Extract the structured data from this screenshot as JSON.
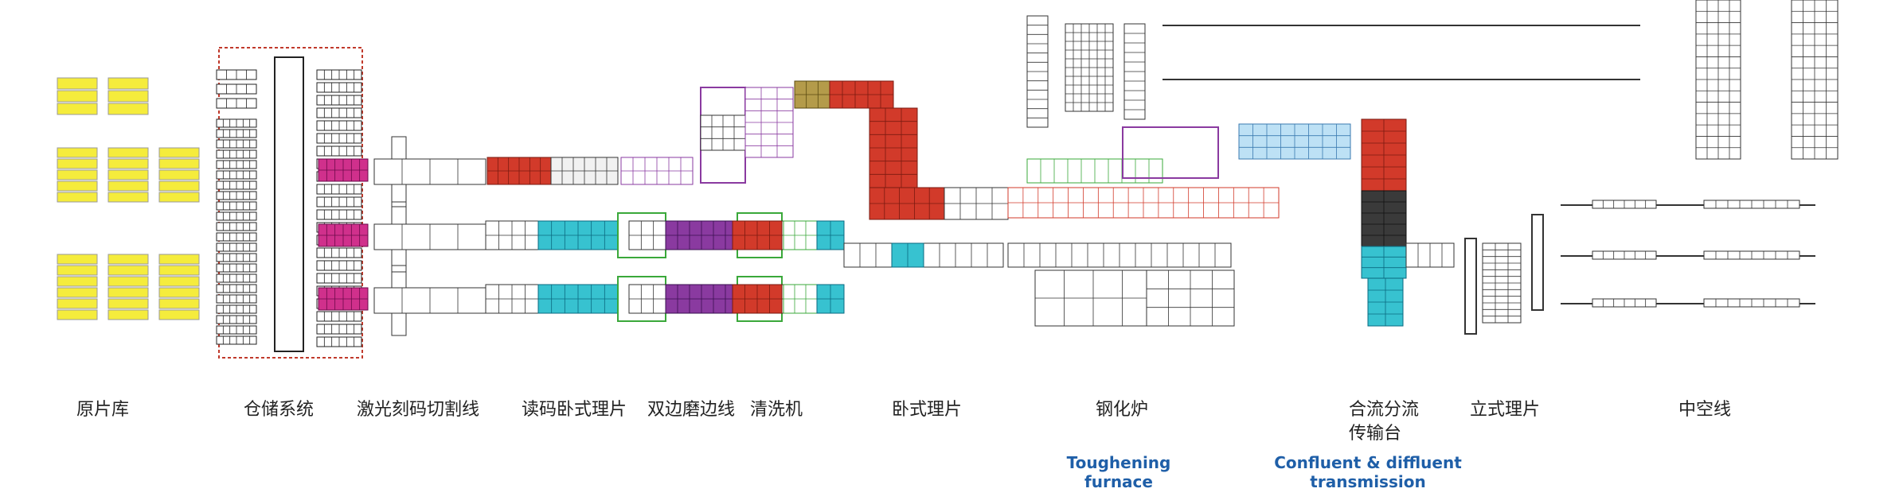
{
  "section_labels": [
    "原片库",
    "仓储系统",
    "激光刻码切割线",
    "读码卧式理片",
    "双边磨边线",
    "清洗机",
    "卧式理片",
    "钢化炉",
    "合流分流",
    "传输台",
    "立式理片",
    "中空线"
  ],
  "english_labels": {
    "furnace_line1": "Toughening",
    "furnace_line2": "furnace",
    "confluent_line1": "Confluent & diffluent",
    "confluent_line2": "transmission"
  },
  "colors": {
    "raw_glass": "#f5ec3c",
    "storage": "#222222",
    "magenta": "#d0308c",
    "red": "#d23a2a",
    "cyan": "#37c2d0",
    "purple": "#8a3aa0",
    "green": "#3aa83a",
    "blue_label": "#1f5fa8",
    "line": "#333333"
  }
}
